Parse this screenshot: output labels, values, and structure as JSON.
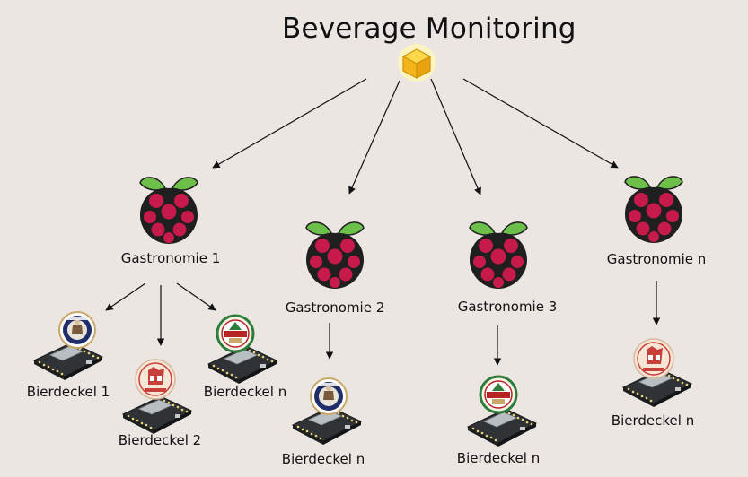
{
  "title": "Beverage Monitoring",
  "hub_icon": "box-cube-icon",
  "colors": {
    "background": "#ece6e3",
    "raspberry": "#c51a4a",
    "leaf": "#6cc04a",
    "hub": "#f5c518",
    "board": "#2f3336"
  },
  "gateways": [
    {
      "label": "Gastronomie 1",
      "icon": "raspberry-pi-icon"
    },
    {
      "label": "Gastronomie 2",
      "icon": "raspberry-pi-icon"
    },
    {
      "label": "Gastronomie 3",
      "icon": "raspberry-pi-icon"
    },
    {
      "label": "Gastronomie n",
      "icon": "raspberry-pi-icon"
    }
  ],
  "sensors": [
    {
      "label": "Bierdeckel 1",
      "coaster": "Paulaner"
    },
    {
      "label": "Bierdeckel 2",
      "coaster": "Brauerei"
    },
    {
      "label": "Bierdeckel n",
      "coaster": "Dessauer"
    },
    {
      "label": "Bierdeckel n",
      "coaster": "Paulaner"
    },
    {
      "label": "Bierdeckel n",
      "coaster": "Dessauer"
    },
    {
      "label": "Bierdeckel n",
      "coaster": "Brauerei"
    }
  ]
}
